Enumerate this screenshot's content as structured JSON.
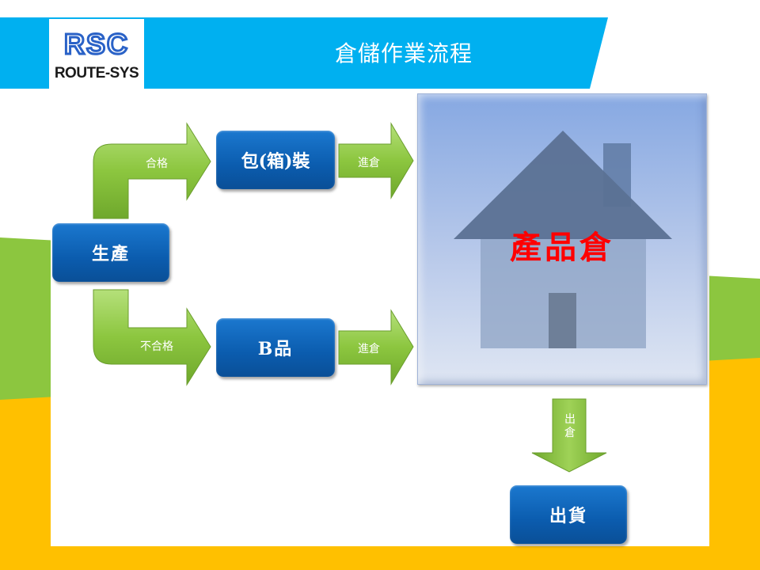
{
  "header": {
    "logo_letters": "RSC",
    "logo_text": "ROUTE-SYS",
    "title": "倉儲作業流程"
  },
  "flow": {
    "production": "生產",
    "packing": "包(箱)裝",
    "b_grade": "B品",
    "warehouse": "產品倉",
    "shipping": "出貨",
    "pass_label": "合格",
    "fail_label": "不合格",
    "in_label_top": "進倉",
    "in_label_bottom": "進倉",
    "out_label_1": "出",
    "out_label_2": "倉"
  },
  "colors": {
    "header_blue": "#00b0f0",
    "box_blue": "#0b5cae",
    "arrow_green": "#8cc63f",
    "accent_yellow": "#ffc000",
    "warehouse_label": "#ff0000"
  }
}
